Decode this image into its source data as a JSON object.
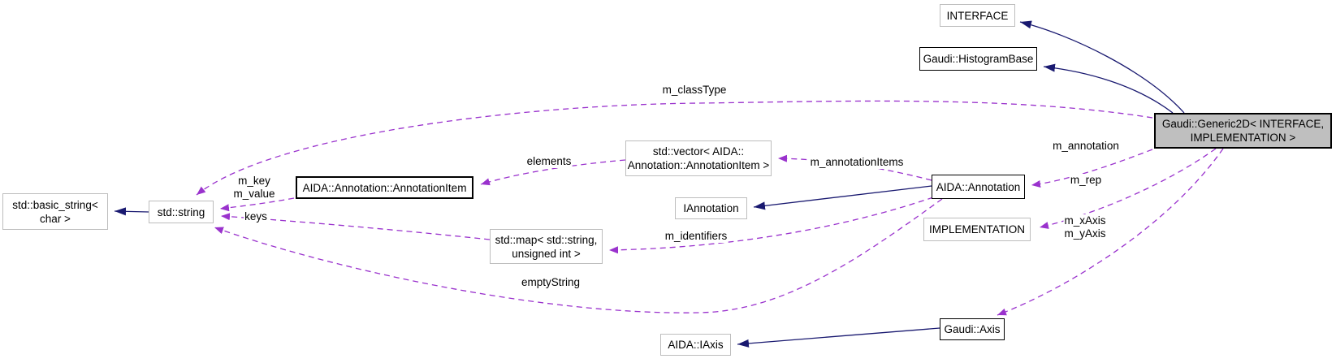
{
  "diagram": {
    "kind": "collaboration-graph",
    "main_class": "Gaudi::Generic2D< INTERFACE, IMPLEMENTATION >"
  },
  "colors": {
    "inheritance_edge": "#191970",
    "usage_edge": "#9a32cd",
    "main_node_fill": "#bfbfbf",
    "documented_node_border": "#000000",
    "external_node_border": "#bdbdbd",
    "node_fill": "#ffffff"
  },
  "nodes": {
    "interface": {
      "label": "INTERFACE"
    },
    "histogram_base": {
      "label": "Gaudi::HistogramBase"
    },
    "generic2d": {
      "line1": "Gaudi::Generic2D< INTERFACE,",
      "line2": "IMPLEMENTATION >"
    },
    "annotation": {
      "label": "AIDA::Annotation"
    },
    "implementation": {
      "label": "IMPLEMENTATION"
    },
    "iannotation": {
      "label": "IAnnotation"
    },
    "vector": {
      "line1": "std::vector< AIDA::",
      "line2": "Annotation::AnnotationItem >"
    },
    "annotation_item": {
      "label": "AIDA::Annotation::AnnotationItem"
    },
    "string": {
      "label": "std::string"
    },
    "basic_string": {
      "line1": "std::basic_string<",
      "line2": "char >"
    },
    "map": {
      "line1": "std::map< std::string,",
      "line2": "unsigned int >"
    },
    "iaxis": {
      "label": "AIDA::IAxis"
    },
    "axis": {
      "label": "Gaudi::Axis"
    }
  },
  "labels": {
    "m_classType": "m_classType",
    "m_annotation": "m_annotation",
    "m_rep": "m_rep",
    "m_xAxis": "m_xAxis",
    "m_yAxis": "m_yAxis",
    "m_annotationItems": "m_annotationItems",
    "elements": "elements",
    "m_identifiers": "m_identifiers",
    "m_key": "m_key",
    "m_value": "m_value",
    "keys": "keys",
    "emptyString": "emptyString"
  }
}
